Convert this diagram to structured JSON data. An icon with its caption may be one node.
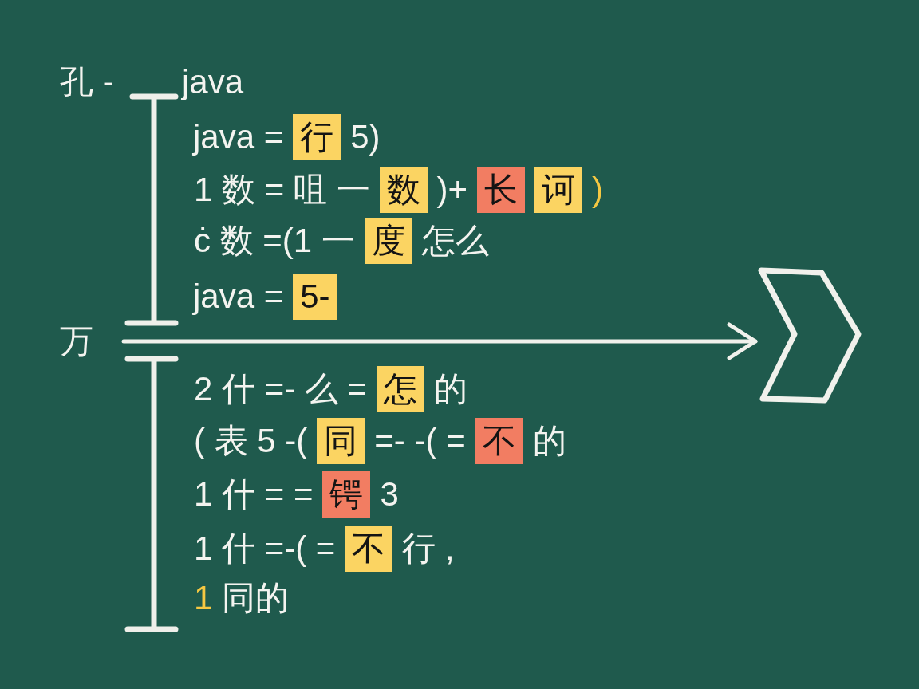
{
  "diagram": {
    "nodes": [
      {
        "text": [
          "行"
        ]
      },
      {
        "text": [
          "数"
        ]
      },
      {
        "text": [
          "长"
        ]
      },
      {
        "text": [
          "诃"
        ]
      },
      {
        "text": [
          "度"
        ]
      },
      {
        "text": [
          "5-"
        ]
      },
      {
        "text": [],
        "shape": "chevron"
      },
      {
        "text": [
          "怎"
        ]
      },
      {
        "text": [
          "同"
        ]
      },
      {
        "text": [
          "不"
        ]
      },
      {
        "text": [
          "锷"
        ]
      },
      {
        "text": [
          "不"
        ]
      }
    ],
    "edges": [
      {
        "from": null,
        "to": 6,
        "arrow": "to"
      }
    ],
    "labels": [
      "孔 -",
      "java",
      "java =",
      "5)",
      "1 数 = 咀 一",
      ")+",
      ")",
      "ċ 数 =(1 一",
      "怎么",
      "java =",
      "万",
      "2 什 =- 么 =",
      "的",
      "( 表 5 -(",
      "=- -( =",
      "的",
      "1 什 = =",
      "3",
      "1 什 =-( =",
      "行 ,",
      "1",
      "同的"
    ]
  }
}
